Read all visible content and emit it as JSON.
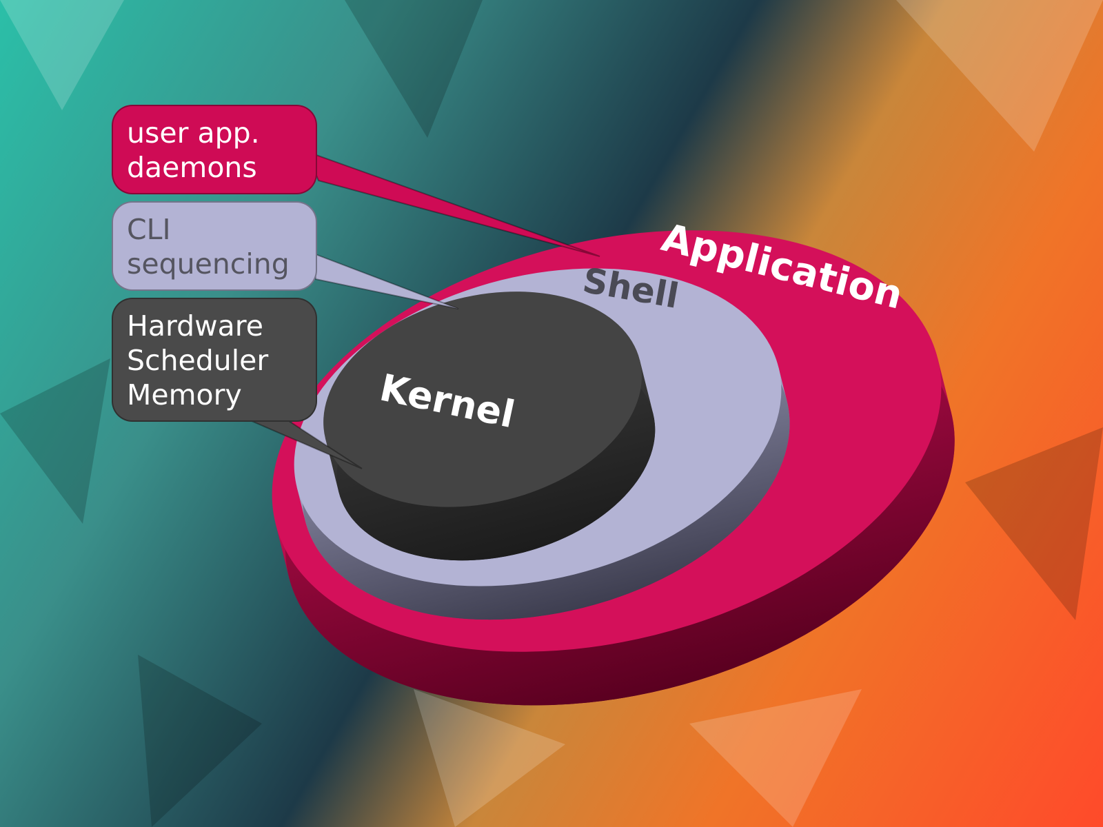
{
  "layers": {
    "application": {
      "label": "Application",
      "color": "#d4105a"
    },
    "shell": {
      "label": "Shell",
      "color": "#b3b3d4"
    },
    "kernel": {
      "label": "Kernel",
      "color": "#444444"
    }
  },
  "callouts": {
    "application": {
      "lines": [
        "user app.",
        "daemons"
      ]
    },
    "shell": {
      "lines": [
        "CLI",
        "sequencing"
      ]
    },
    "kernel": {
      "lines": [
        "Hardware",
        "Scheduler",
        "Memory"
      ]
    }
  }
}
